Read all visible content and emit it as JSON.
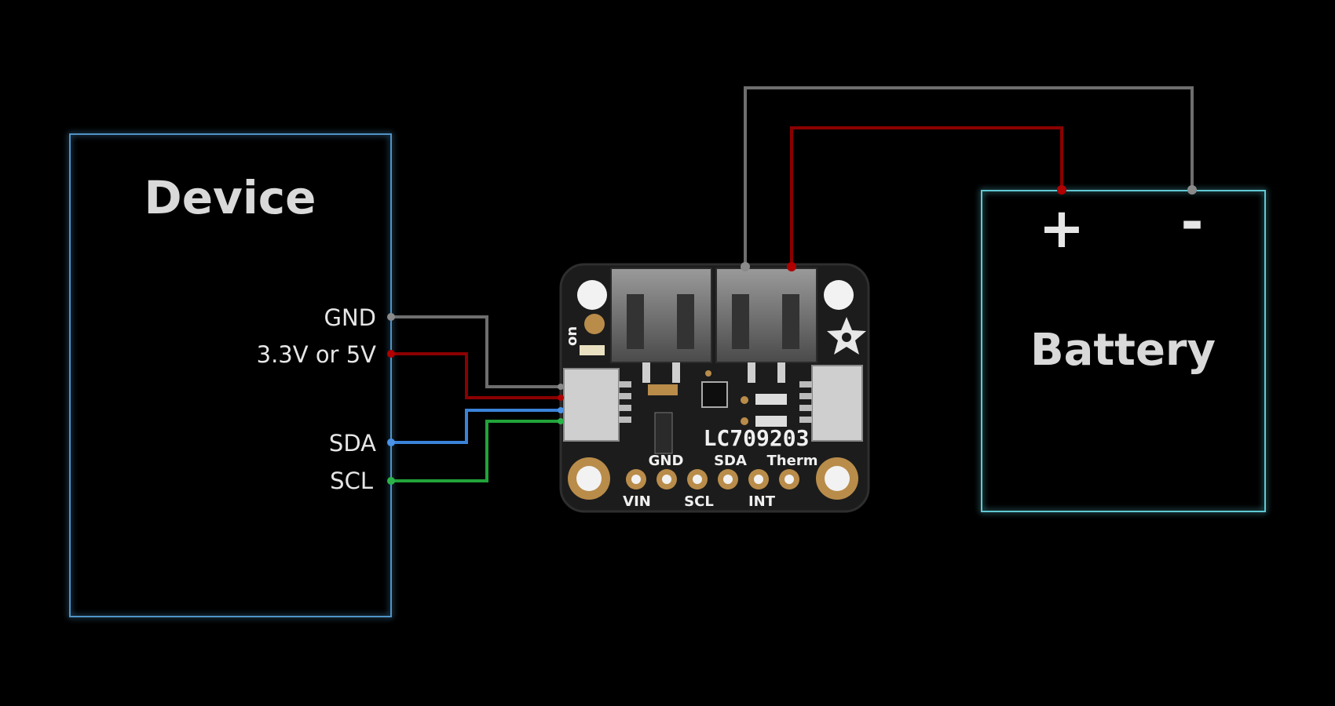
{
  "device": {
    "title": "Device"
  },
  "battery": {
    "title": "Battery",
    "plus": "+",
    "minus": "-"
  },
  "device_pins": {
    "gnd": "GND",
    "vin": "3.3V or 5V",
    "sda": "SDA",
    "scl": "SCL"
  },
  "board": {
    "chip_label": "LC709203",
    "on_label": "on",
    "top_pin_labels": [
      "GND",
      "SDA",
      "Therm"
    ],
    "bottom_pin_labels": [
      "VIN",
      "SCL",
      "INT"
    ]
  },
  "colors": {
    "gnd_wire": "#6e6e6e",
    "power_wire": "#8b0000",
    "sda_wire": "#3a83d8",
    "scl_wire": "#22a33a",
    "device_border": "#4f94c8",
    "battery_border": "#5fc9d4",
    "board": "#1c1c1c",
    "gold": "#b98c4a"
  },
  "icons": [
    "adafruit-flower-logo"
  ]
}
